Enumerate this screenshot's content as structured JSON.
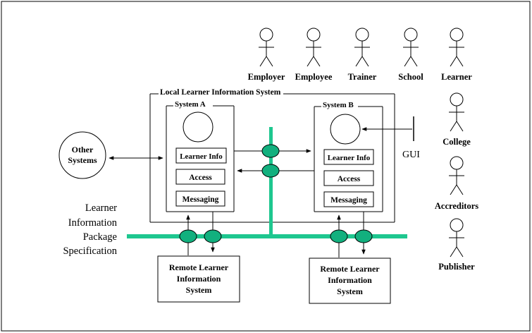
{
  "actors_top": [
    "Employer",
    "Employee",
    "Trainer",
    "School",
    "Learner"
  ],
  "actors_right": [
    "College",
    "Accreditors",
    "Publisher"
  ],
  "local_system": {
    "title": "Local Learner Information System",
    "system_a": {
      "title": "System A",
      "modules": [
        "Learner Info",
        "Access",
        "Messaging"
      ]
    },
    "system_b": {
      "title": "System B",
      "modules": [
        "Learner Info",
        "Access",
        "Messaging"
      ]
    }
  },
  "other_systems": [
    "Other",
    "Systems"
  ],
  "gui_label": "GUI",
  "spec_label": [
    "Learner",
    "Information",
    "Package",
    "Specification"
  ],
  "remote_system": [
    "Remote Learner",
    "Information",
    "System"
  ],
  "colors": {
    "bus": "#1ec78f",
    "node": "#12b07e",
    "line": "#000000"
  }
}
